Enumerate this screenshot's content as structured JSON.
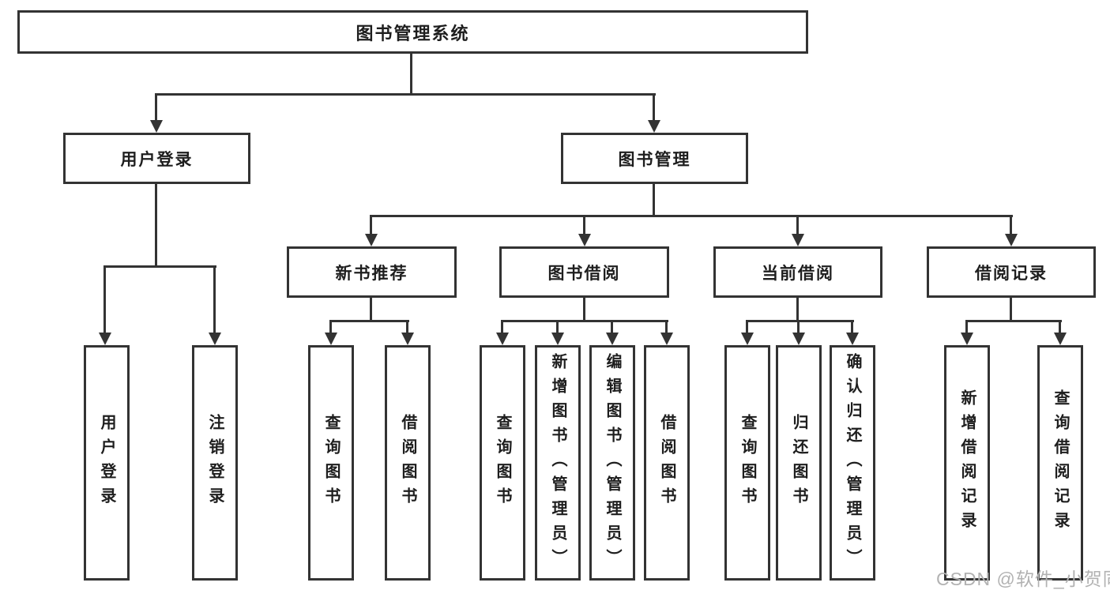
{
  "diagram_title": "图书管理系统",
  "watermark": "CSDN @软件_小贺同学",
  "colors": {
    "line": "#333333",
    "text": "#1e1e1e",
    "watermark": "#b2b2b2",
    "background": "#ffffff"
  },
  "nodes": {
    "root": {
      "label": "图书管理系统"
    },
    "user_login": {
      "label": "用户登录",
      "children": [
        {
          "label": "用户登录"
        },
        {
          "label": "注销登录"
        }
      ]
    },
    "book_management": {
      "label": "图书管理",
      "children": [
        {
          "label": "新书推荐",
          "children": [
            {
              "label": "查询图书"
            },
            {
              "label": "借阅图书"
            }
          ]
        },
        {
          "label": "图书借阅",
          "children": [
            {
              "label": "查询图书"
            },
            {
              "label": "新增图书（管理员）"
            },
            {
              "label": "编辑图书（管理员）"
            },
            {
              "label": "借阅图书"
            }
          ]
        },
        {
          "label": "当前借阅",
          "children": [
            {
              "label": "查询图书"
            },
            {
              "label": "归还图书"
            },
            {
              "label": "确认归还（管理员）"
            }
          ]
        },
        {
          "label": "借阅记录",
          "children": [
            {
              "label": "新增借阅记录"
            },
            {
              "label": "查询借阅记录"
            }
          ]
        }
      ]
    }
  }
}
